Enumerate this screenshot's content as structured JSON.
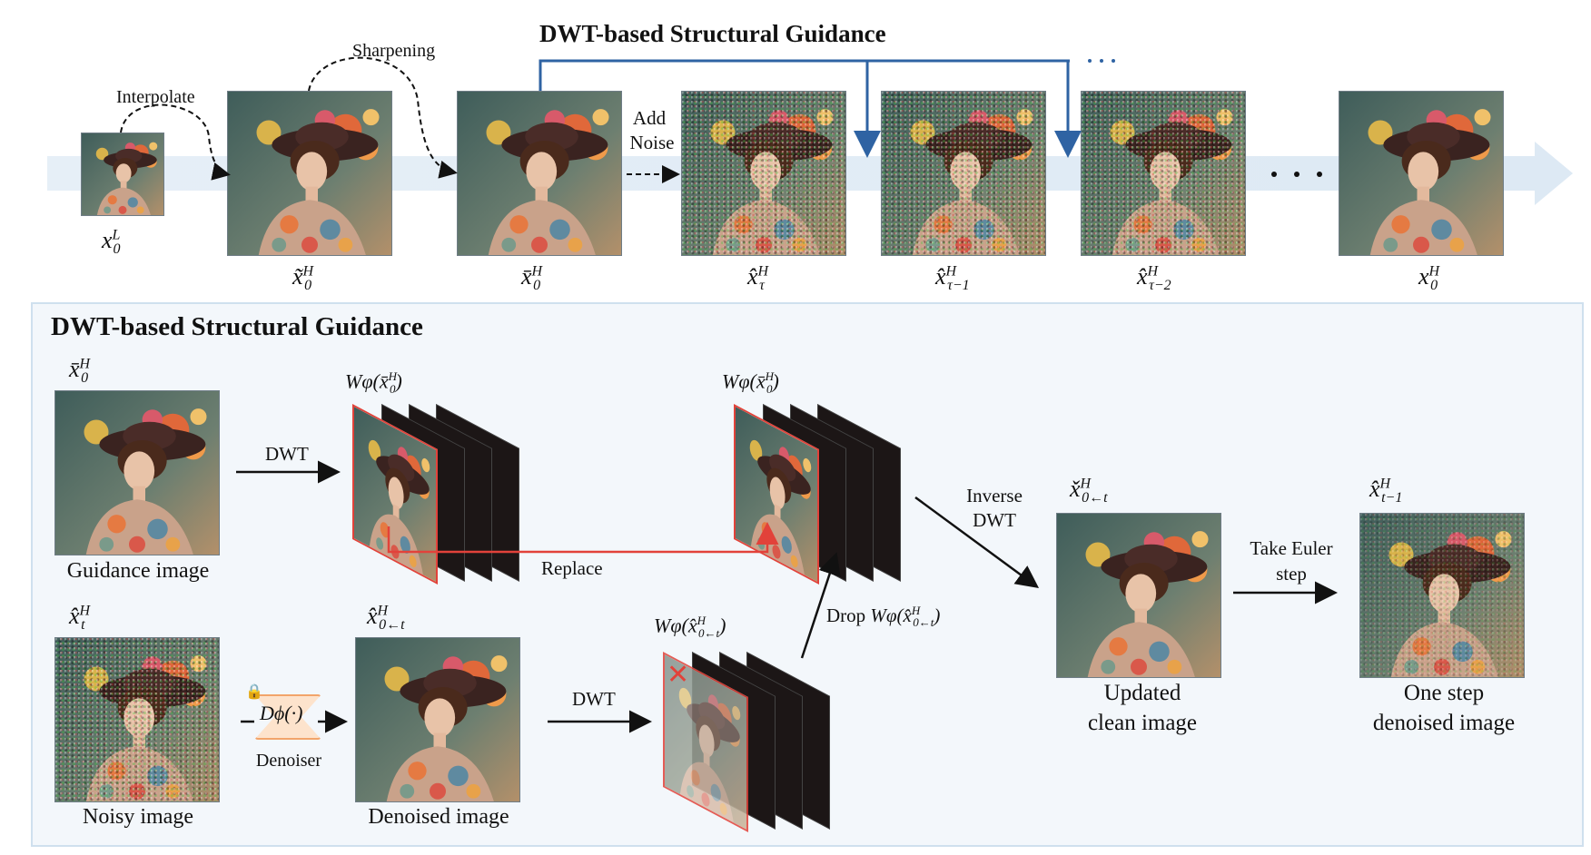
{
  "top": {
    "title": "DWT-based Structural Guidance",
    "annotations": {
      "interpolate": "Interpolate",
      "sharpening": "Sharpening",
      "add_noise_1": "Add",
      "add_noise_2": "Noise",
      "ellipsis_top": "· · ·",
      "ellipsis_mid": "·   ·   ·"
    },
    "labels": {
      "x0L": "x",
      "x0L_sup": "L",
      "x0L_sub": "0",
      "xtilde": "x̃",
      "xbar": "x̄",
      "xhat": "x̂",
      "H": "H",
      "sub0": "0",
      "sub_tau": "τ",
      "sub_tau1": "τ−1",
      "sub_tau2": "τ−2",
      "x": "x"
    }
  },
  "panel": {
    "title": "DWT-based Structural Guidance",
    "guidance_label": "Guidance image",
    "noisy_label": "Noisy image",
    "denoised_label": "Denoised image",
    "updated_label_1": "Updated",
    "updated_label_2": "clean image",
    "onestep_label_1": "One step",
    "onestep_label_2": "denoised image",
    "dwt_1": "DWT",
    "dwt_2": "DWT",
    "replace": "Replace",
    "inverse_1": "Inverse",
    "inverse_2": "DWT",
    "euler_1": "Take Euler",
    "euler_2": "step",
    "denoiser": "Denoiser",
    "denoiser_symbol": "Dϕ(·)",
    "drop_prefix": "Drop ",
    "W_phi": "Wφ",
    "sym_xbar0H": "x̄",
    "sym_xhat_t": "x̂",
    "sym_xhat_0t": "x̂",
    "sym_xcheck_0t": "x̌",
    "sym_xhat_t1": "x̂",
    "sub_t": "t",
    "sub_0t": "0←t",
    "sub_t1": "t−1",
    "sup_H": "H",
    "sub_0": "0"
  },
  "colors": {
    "arrow_blue": "#2f63a3",
    "replace_red": "#e2423a",
    "band": "#e3edf6",
    "panel_bg": "#f3f7fb"
  }
}
